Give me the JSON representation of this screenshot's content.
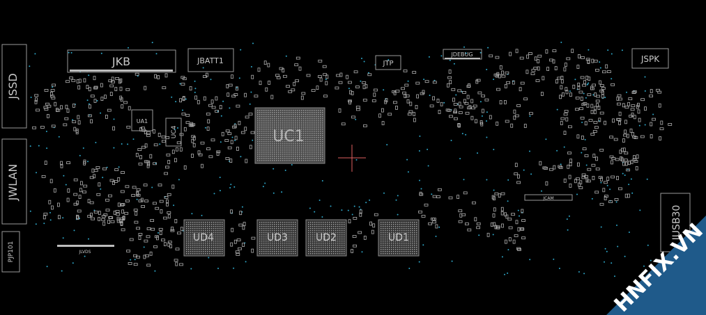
{
  "board": {
    "labels": {
      "jkb": "JKB",
      "jbatt1": "JBATT1",
      "jtp": "JTP",
      "jdebug": "JDEBUG",
      "jspk": "JSPK",
      "jssd": "JSSD",
      "jwlan": "JWLAN",
      "pjp101": "PJP101",
      "uc1": "UC1",
      "ud4": "UD4",
      "ud3": "UD3",
      "ud2": "UD2",
      "ud1": "UD1",
      "jusb30": "JUSB30",
      "ua1": "UA1",
      "uc4": "UC4",
      "jlvds": "JLVDS",
      "jcam": "JCAM"
    }
  },
  "watermark": {
    "text": "HNFIX.VN",
    "band_color": "#1f5a8a"
  },
  "colors": {
    "background": "#000000",
    "silkscreen": "#c8c8c8",
    "via_dots": "#2ea7c9",
    "crosshair": "#e06060"
  }
}
